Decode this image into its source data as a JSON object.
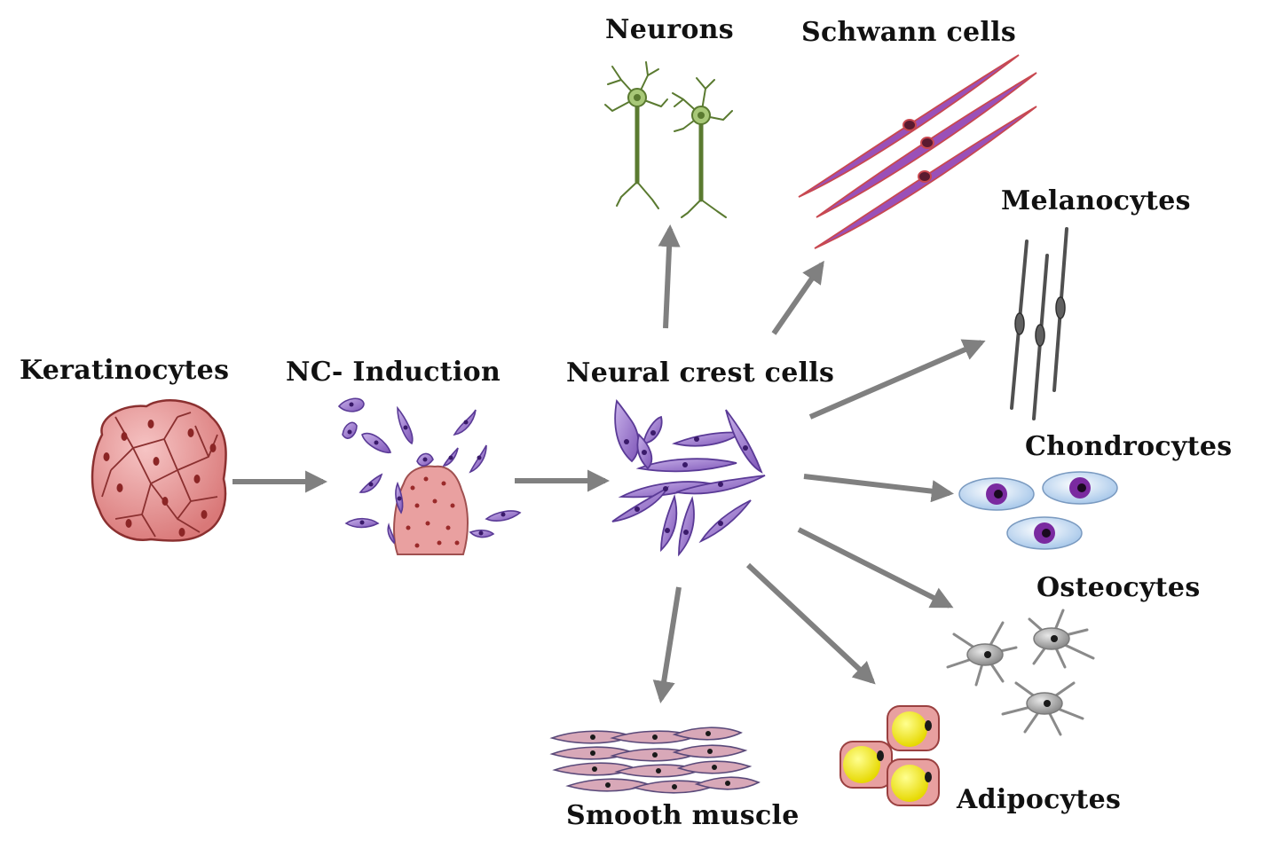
{
  "labels": {
    "keratinocytes": "Keratinocytes",
    "nc_induction": "NC- Induction",
    "neural_crest": "Neural crest cells",
    "neurons": "Neurons",
    "schwann": "Schwann cells",
    "melanocytes": "Melanocytes",
    "chondrocytes": "Chondrocytes",
    "osteocytes": "Osteocytes",
    "adipocytes": "Adipocytes",
    "smooth_muscle": "Smooth muscle"
  },
  "colors": {
    "arrow": "#808080",
    "keratinocyte_fill": "#e89696",
    "keratinocyte_stroke": "#8b3030",
    "nc_cell_fill": "#9b78cc",
    "nc_cell_stroke": "#5a3a96",
    "neuron_fill": "#a8c878",
    "neuron_stroke": "#5a7a30",
    "schwann_fill": "#9a50b8",
    "schwann_stroke": "#c84850",
    "melanocyte": "#505050",
    "chondrocyte_fill": "#c8dff5",
    "chondrocyte_nucleus": "#7a2aa0",
    "osteocyte": "#a8a8a8",
    "adipocyte_lipid": "#f0e800",
    "adipocyte_fill": "#e8a0a0",
    "smooth_muscle_fill": "#d8a8b8",
    "smooth_muscle_stroke": "#5a4a7a"
  }
}
